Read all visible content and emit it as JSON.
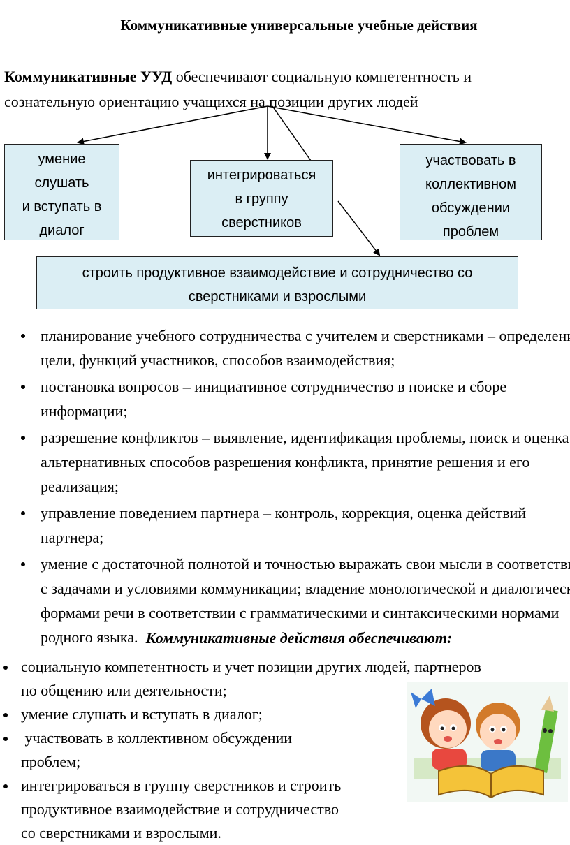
{
  "title": "Коммуникативные универсальные учебные действия",
  "intro": {
    "bold": "Коммуникативные УУД",
    "rest": " обеспечивают социальную компетентность и сознательную ориентацию учащихся на позиции других людей"
  },
  "diagram": {
    "box1": [
      "умение",
      "слушать",
      "и вступать в",
      "диалог"
    ],
    "box2": [
      "интегрироваться",
      "в группу",
      "сверстников"
    ],
    "box3": [
      "участвовать в",
      "коллективном",
      "обсуждении",
      "проблем"
    ],
    "box4": [
      "строить продуктивное взаимодействие и сотрудничество со",
      "сверстниками и взрослыми"
    ]
  },
  "bullets": [
    "планирование учебного сотрудничества с учителем и сверстниками – определение цели, функций участников, способов взаимодействия;",
    "постановка вопросов – инициативное сотрудничество в поиске и сборе информации;",
    "разрешение конфликтов – выявление, идентификация проблемы, поиск и оценка альтернативных способов разрешения конфликта, принятие решения и его реализация;",
    "управление поведением партнера – контроль, коррекция, оценка действий партнера;",
    "умение с достаточной полнотой и точностью выражать свои мысли в соответствии с задачами и условиями коммуникации; владение монологической и диалогической формами речи в соответствии с грамматическими и синтаксическими нормами родного языка."
  ],
  "subheading": "Коммуникативные действия обеспечивают:",
  "bullets2": [
    [
      "социальную компетентность и учет позиции других людей, партнеров",
      "по общению или деятельности;"
    ],
    [
      "умение слушать и вступать в диалог;"
    ],
    [
      " участвовать в коллективном обсуждении",
      "проблем;"
    ],
    [
      "интегрироваться в группу сверстников и строить",
      "продуктивное взаимодействие и сотрудничество",
      "со сверстниками и взрослыми."
    ]
  ],
  "illustration_icon": "children-reading-illustration",
  "colors": {
    "box_fill": "#dbeef4",
    "text": "#000000"
  }
}
